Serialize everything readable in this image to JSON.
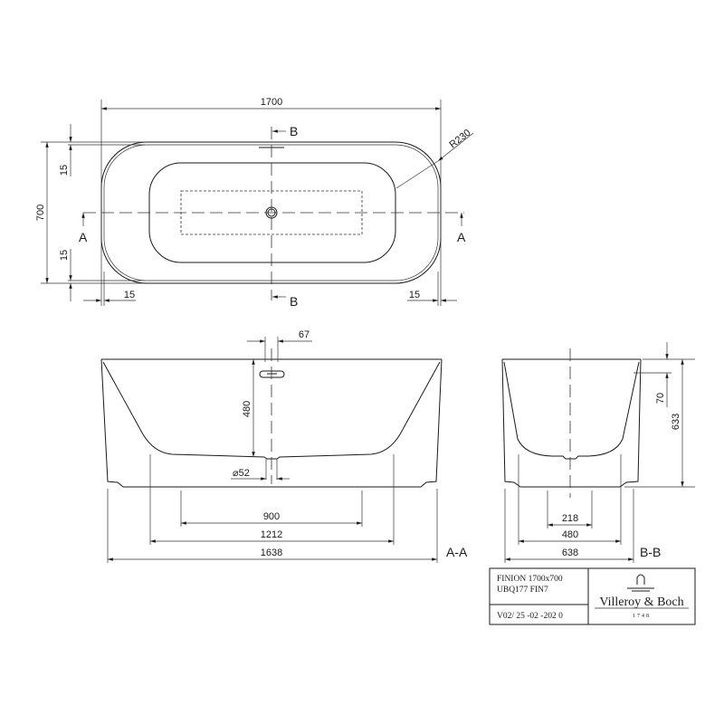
{
  "top_view": {
    "length": "1700",
    "width": "700",
    "rim_top": "15",
    "rim_bottom": "15",
    "rim_left": "15",
    "rim_right": "15",
    "radius": "R230",
    "section_b": "B",
    "section_a": "A"
  },
  "section_aa": {
    "overflow_width": "67",
    "depth": "480",
    "drain_diameter": "⌀52",
    "dim_inner": "900",
    "dim_mid": "1212",
    "dim_outer": "1638",
    "label": "A-A"
  },
  "section_bb": {
    "dim_inner": "218",
    "dim_mid": "480",
    "dim_outer": "638",
    "height": "633",
    "rim": "70",
    "label": "B-B"
  },
  "title_block": {
    "product": "FINION 1700x700",
    "code": "UBQ177 FIN7",
    "version": "V02/ 25 -02 -202 0",
    "brand": "Villeroy & Boch",
    "year": "1748"
  }
}
